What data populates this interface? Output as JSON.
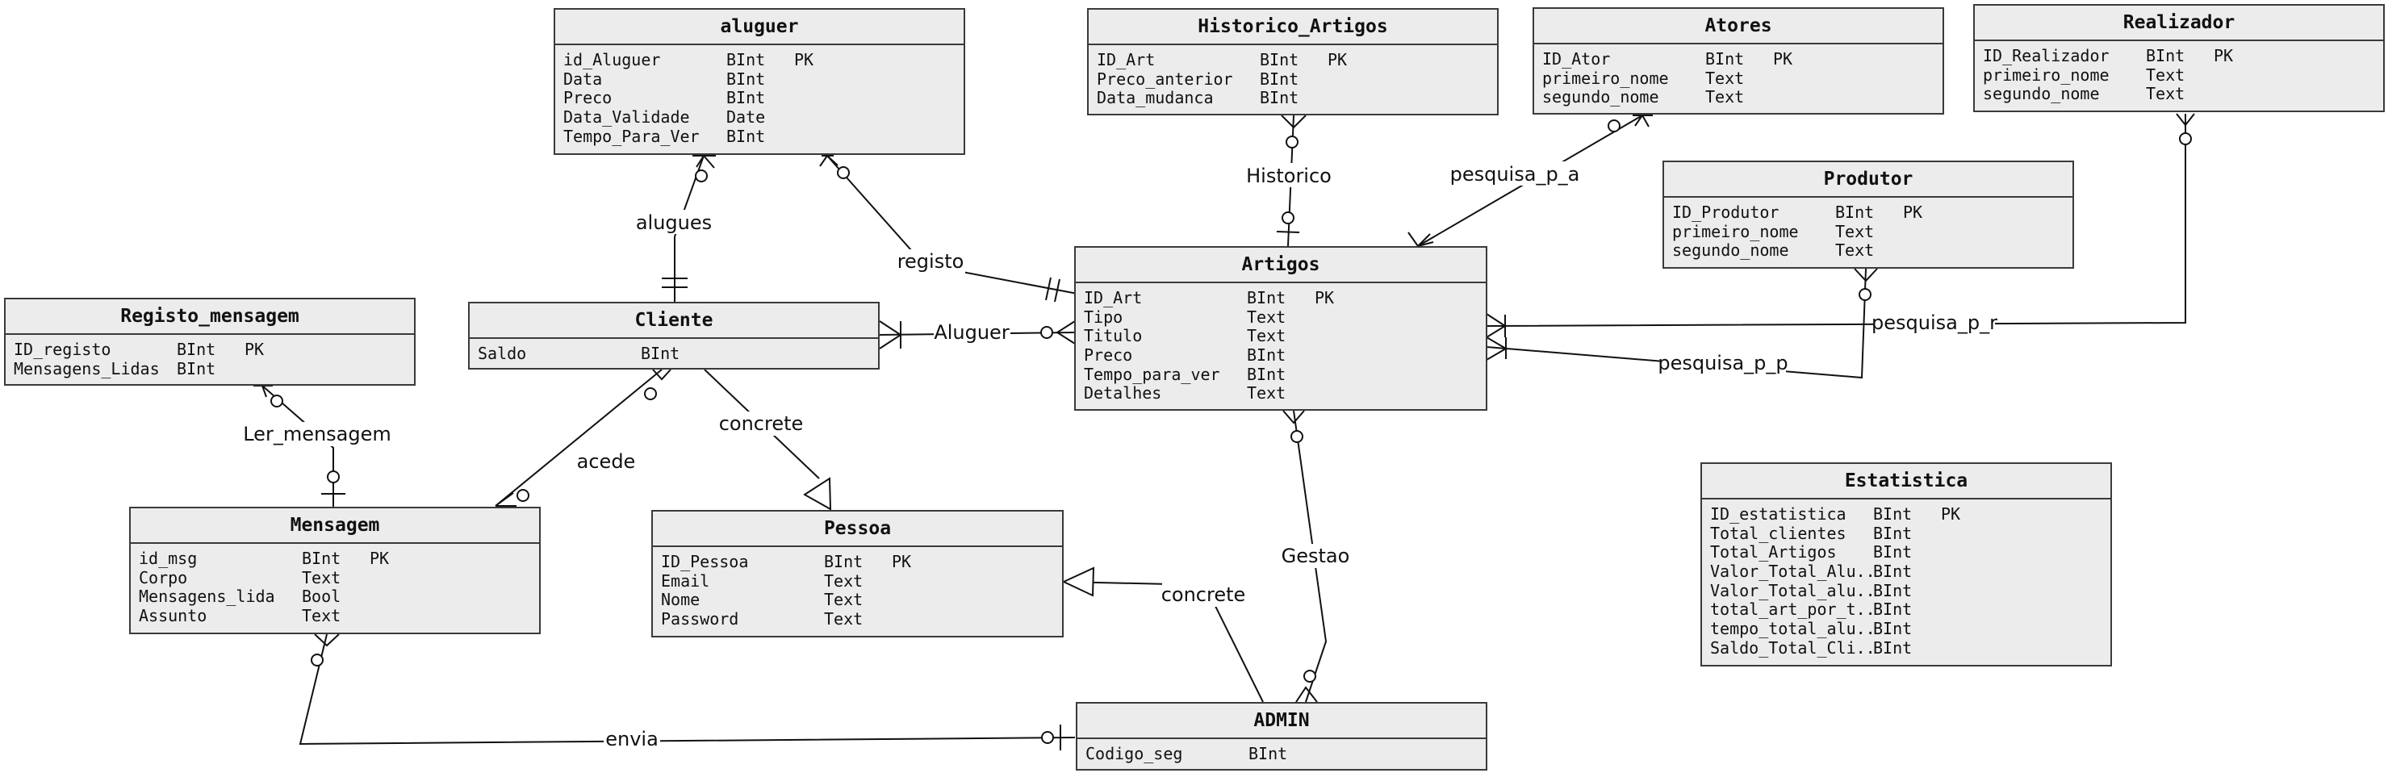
{
  "entities": {
    "aluguer": {
      "name": "aluguer",
      "attributes": [
        {
          "name": "id_Aluguer",
          "type": "BInt",
          "key": "PK"
        },
        {
          "name": "Data",
          "type": "BInt",
          "key": ""
        },
        {
          "name": "Preco",
          "type": "BInt",
          "key": ""
        },
        {
          "name": "Data_Validade",
          "type": "Date",
          "key": ""
        },
        {
          "name": "Tempo_Para_Ver",
          "type": "BInt",
          "key": ""
        }
      ]
    },
    "historico": {
      "name": "Historico_Artigos",
      "attributes": [
        {
          "name": "ID_Art",
          "type": "BInt",
          "key": "PK"
        },
        {
          "name": "Preco_anterior",
          "type": "BInt",
          "key": ""
        },
        {
          "name": "Data_mudanca",
          "type": "BInt",
          "key": ""
        }
      ]
    },
    "atores": {
      "name": "Atores",
      "attributes": [
        {
          "name": "ID_Ator",
          "type": "BInt",
          "key": "PK"
        },
        {
          "name": "primeiro_nome",
          "type": "Text",
          "key": ""
        },
        {
          "name": "segundo_nome",
          "type": "Text",
          "key": ""
        }
      ]
    },
    "realizador": {
      "name": "Realizador",
      "attributes": [
        {
          "name": "ID_Realizador",
          "type": "BInt",
          "key": "PK"
        },
        {
          "name": "primeiro_nome",
          "type": "Text",
          "key": ""
        },
        {
          "name": "segundo_nome",
          "type": "Text",
          "key": ""
        }
      ]
    },
    "produtor": {
      "name": "Produtor",
      "attributes": [
        {
          "name": "ID_Produtor",
          "type": "BInt",
          "key": "PK"
        },
        {
          "name": "primeiro_nome",
          "type": "Text",
          "key": ""
        },
        {
          "name": "segundo_nome",
          "type": "Text",
          "key": ""
        }
      ]
    },
    "artigos": {
      "name": "Artigos",
      "attributes": [
        {
          "name": "ID_Art",
          "type": "BInt",
          "key": "PK"
        },
        {
          "name": "Tipo",
          "type": "Text",
          "key": ""
        },
        {
          "name": "Titulo",
          "type": "Text",
          "key": ""
        },
        {
          "name": "Preco",
          "type": "BInt",
          "key": ""
        },
        {
          "name": "Tempo_para_ver",
          "type": "BInt",
          "key": ""
        },
        {
          "name": "Detalhes",
          "type": "Text",
          "key": ""
        }
      ]
    },
    "registo_mensagem": {
      "name": "Registo_mensagem",
      "attributes": [
        {
          "name": "ID_registo",
          "type": "BInt",
          "key": "PK"
        },
        {
          "name": "Mensagens_Lidas",
          "type": "BInt",
          "key": ""
        }
      ]
    },
    "cliente": {
      "name": "Cliente",
      "attributes": [
        {
          "name": "Saldo",
          "type": "BInt",
          "key": ""
        }
      ]
    },
    "mensagem": {
      "name": "Mensagem",
      "attributes": [
        {
          "name": "id_msg",
          "type": "BInt",
          "key": "PK"
        },
        {
          "name": "Corpo",
          "type": "Text",
          "key": ""
        },
        {
          "name": "Mensagens_lida",
          "type": "Bool",
          "key": ""
        },
        {
          "name": "Assunto",
          "type": "Text",
          "key": ""
        }
      ]
    },
    "pessoa": {
      "name": "Pessoa",
      "attributes": [
        {
          "name": "ID_Pessoa",
          "type": "BInt",
          "key": "PK"
        },
        {
          "name": "Email",
          "type": "Text",
          "key": ""
        },
        {
          "name": "Nome",
          "type": "Text",
          "key": ""
        },
        {
          "name": "Password",
          "type": "Text",
          "key": ""
        }
      ]
    },
    "estatistica": {
      "name": "Estatistica",
      "attributes": [
        {
          "name": "ID_estatistica",
          "type": "BInt",
          "key": "PK"
        },
        {
          "name": "Total_clientes",
          "type": "BInt",
          "key": ""
        },
        {
          "name": "Total_Artigos",
          "type": "BInt",
          "key": ""
        },
        {
          "name": "Valor_Total_Alu..",
          "type": "BInt",
          "key": ""
        },
        {
          "name": "Valor_Total_alu..",
          "type": "BInt",
          "key": ""
        },
        {
          "name": "total_art_por_t..",
          "type": "BInt",
          "key": ""
        },
        {
          "name": "tempo_total_alu..",
          "type": "BInt",
          "key": ""
        },
        {
          "name": "Saldo_Total_Cli..",
          "type": "BInt",
          "key": ""
        }
      ]
    },
    "admin": {
      "name": "ADMIN",
      "attributes": [
        {
          "name": "Codigo_seg",
          "type": "BInt",
          "key": ""
        }
      ]
    }
  },
  "relationships": {
    "alugues": "alugues",
    "registo": "registo",
    "historico": "Historico",
    "pesquisa_p_a": "pesquisa_p_a",
    "pesquisa_p_r": "pesquisa_p_r",
    "pesquisa_p_p": "pesquisa_p_p",
    "aluguer_rel": "Aluguer",
    "concrete_cliente": "concrete",
    "acede": "acede",
    "ler_mensagem": "Ler_mensagem",
    "gestao": "Gestao",
    "concrete_admin": "concrete",
    "envia": "envia"
  }
}
